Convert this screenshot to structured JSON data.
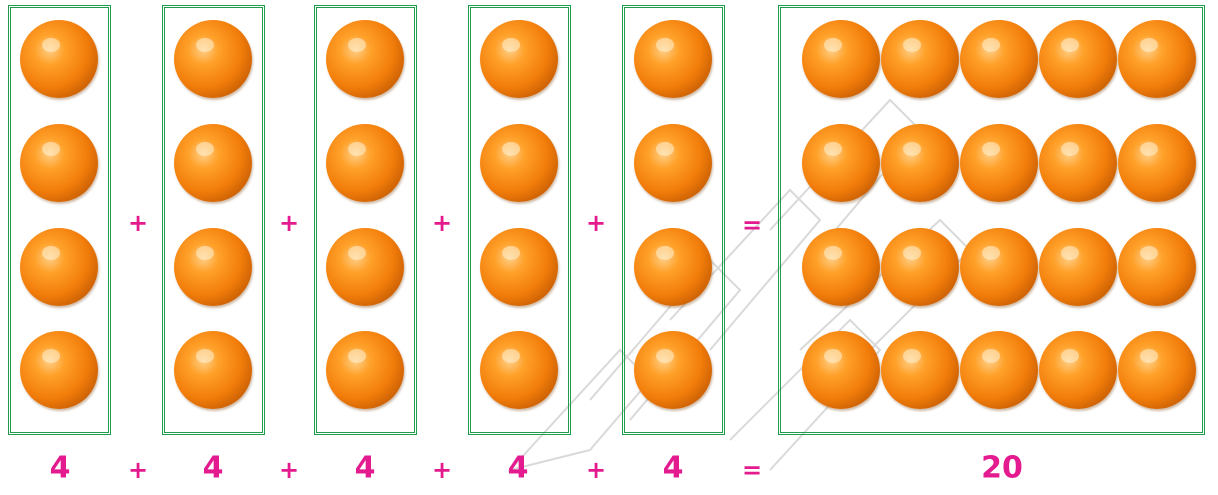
{
  "equation": {
    "groups": [
      4,
      4,
      4,
      4,
      4
    ],
    "columns_label": [
      "4",
      "4",
      "4",
      "4",
      "4"
    ],
    "plus_symbol": "+",
    "equals_symbol": "=",
    "result": "20",
    "result_grid": {
      "rows": 4,
      "cols": 5
    }
  },
  "colors": {
    "ball": "#f27d0a",
    "frame": "#1e9e4a",
    "symbols": "#e31b8f"
  },
  "icons": {
    "item": "orange-ball-icon"
  }
}
